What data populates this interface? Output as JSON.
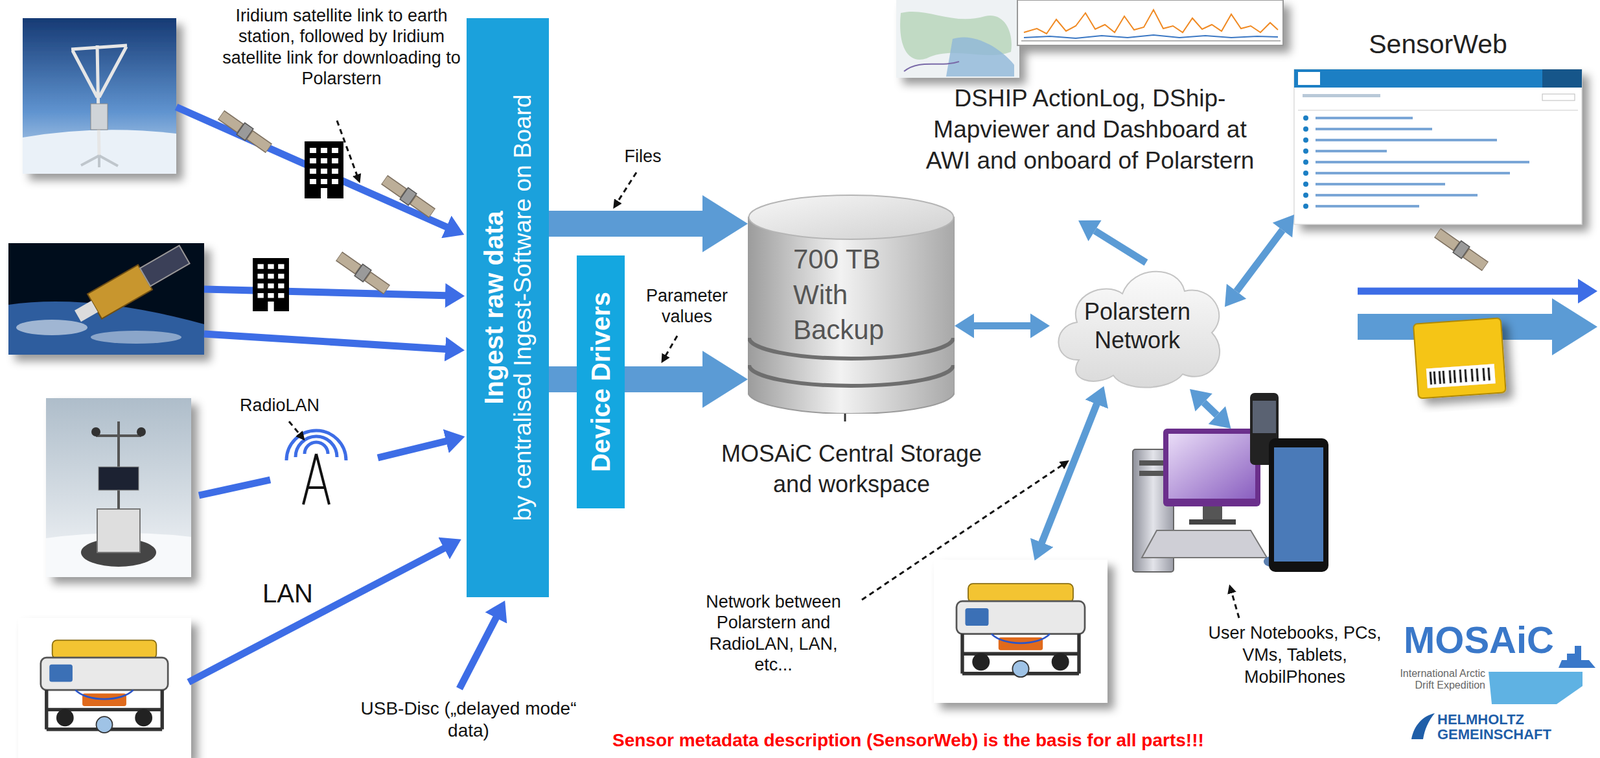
{
  "diagram": {
    "nodes": [
      {
        "text": [
          "Ingest raw data",
          "by centralised Ingest-Software on Board"
        ]
      },
      {
        "text": [
          "Device Drivers"
        ]
      },
      {
        "text": [
          "700 TB With Backup",
          "MOSAiC Central Storage and workspace"
        ]
      },
      {
        "text": [
          "DSHIP ActionLog, DShip-Mapviewer and Dashboard at AWI and onboard of Polarstern"
        ]
      },
      {
        "text": [
          "SensorWeb"
        ]
      },
      {
        "text": [
          "Polarstern Network"
        ]
      },
      {
        "text": [
          "User Notebooks, PCs, VMs, Tablets, MobilPhones"
        ]
      }
    ],
    "edges": [
      {
        "from": 0,
        "to": 2,
        "label": "Files",
        "arrow": "to"
      },
      {
        "from": 0,
        "to": 1,
        "arrow": "none"
      },
      {
        "from": 1,
        "to": 2,
        "label": "Parameter values",
        "arrow": "to"
      },
      {
        "from": 2,
        "to": 5,
        "arrow": "both"
      },
      {
        "from": 5,
        "to": 3,
        "arrow": "to"
      },
      {
        "from": 5,
        "to": 4,
        "arrow": "both"
      },
      {
        "from": 5,
        "to": 6,
        "arrow": "both"
      }
    ],
    "labels": [
      "Iridium satellite link to earth station, followed by Iridium satellite link for downloading to Polarstern",
      "RadioLAN",
      "LAN",
      "USB-Disc („delayed mode“ data)",
      "Network between Polarstern and RadioLAN, LAN, etc...",
      "Sensor metadata description (SensorWeb) is the basis for all parts!!!",
      "MOSAiC",
      "International Arctic Drift Expedition",
      "HELMHOLTZ GEMEINSCHAFT"
    ]
  }
}
